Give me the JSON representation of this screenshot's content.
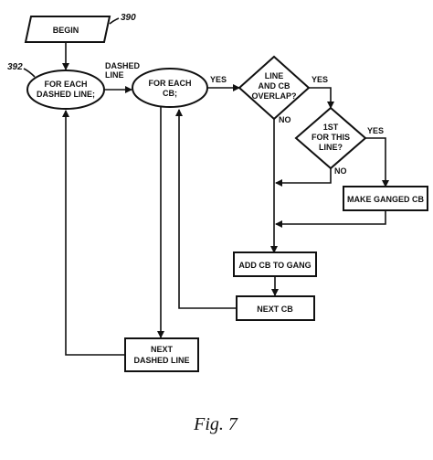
{
  "nodes": {
    "begin": "BEGIN",
    "for_each_line": [
      "FOR EACH",
      "DASHED LINE;"
    ],
    "for_each_cb": [
      "FOR EACH",
      "CB;"
    ],
    "overlap": [
      "LINE",
      "AND CB",
      "OVERLAP?"
    ],
    "first_line": [
      "1ST",
      "FOR THIS",
      "LINE?"
    ],
    "make_ganged": "MAKE GANGED CB",
    "add_cb": "ADD CB TO GANG",
    "next_cb": "NEXT CB",
    "next_line": [
      "NEXT",
      "DASHED LINE"
    ]
  },
  "edges": {
    "dashed_line": [
      "DASHED",
      "LINE"
    ],
    "yes_1": "YES",
    "yes_2": "YES",
    "yes_3": "YES",
    "no_1": "NO",
    "no_2": "NO"
  },
  "refs": {
    "begin_ref": "390",
    "loop_ref": "392"
  },
  "caption": "Fig. 7"
}
